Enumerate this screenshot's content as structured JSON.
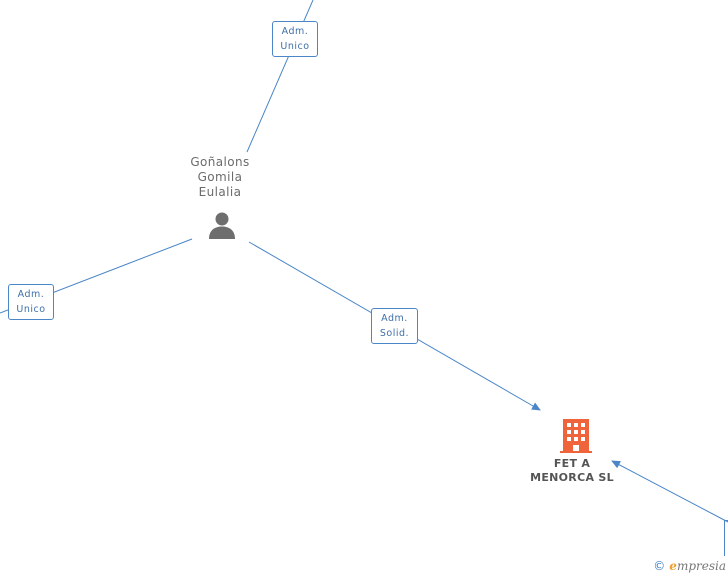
{
  "nodes": {
    "person": {
      "name_lines": [
        "Goñalons",
        "Gomila",
        "Eulalia"
      ]
    },
    "company": {
      "name_lines": [
        "FET A",
        "MENORCA SL"
      ]
    }
  },
  "edge_labels": [
    {
      "lines": [
        "Adm.",
        "Unico"
      ]
    },
    {
      "lines": [
        "Adm.",
        "Unico"
      ]
    },
    {
      "lines": [
        "Adm.",
        "Solid."
      ]
    }
  ],
  "colors": {
    "edge": "#4a86c8",
    "person_icon": "#6e6e6e",
    "company_icon": "#f0643c"
  },
  "icons": {
    "person": "person-icon",
    "company": "building-icon"
  },
  "watermark": {
    "copyright": "©",
    "brand_initial": "e",
    "brand_rest": "mpresia"
  }
}
